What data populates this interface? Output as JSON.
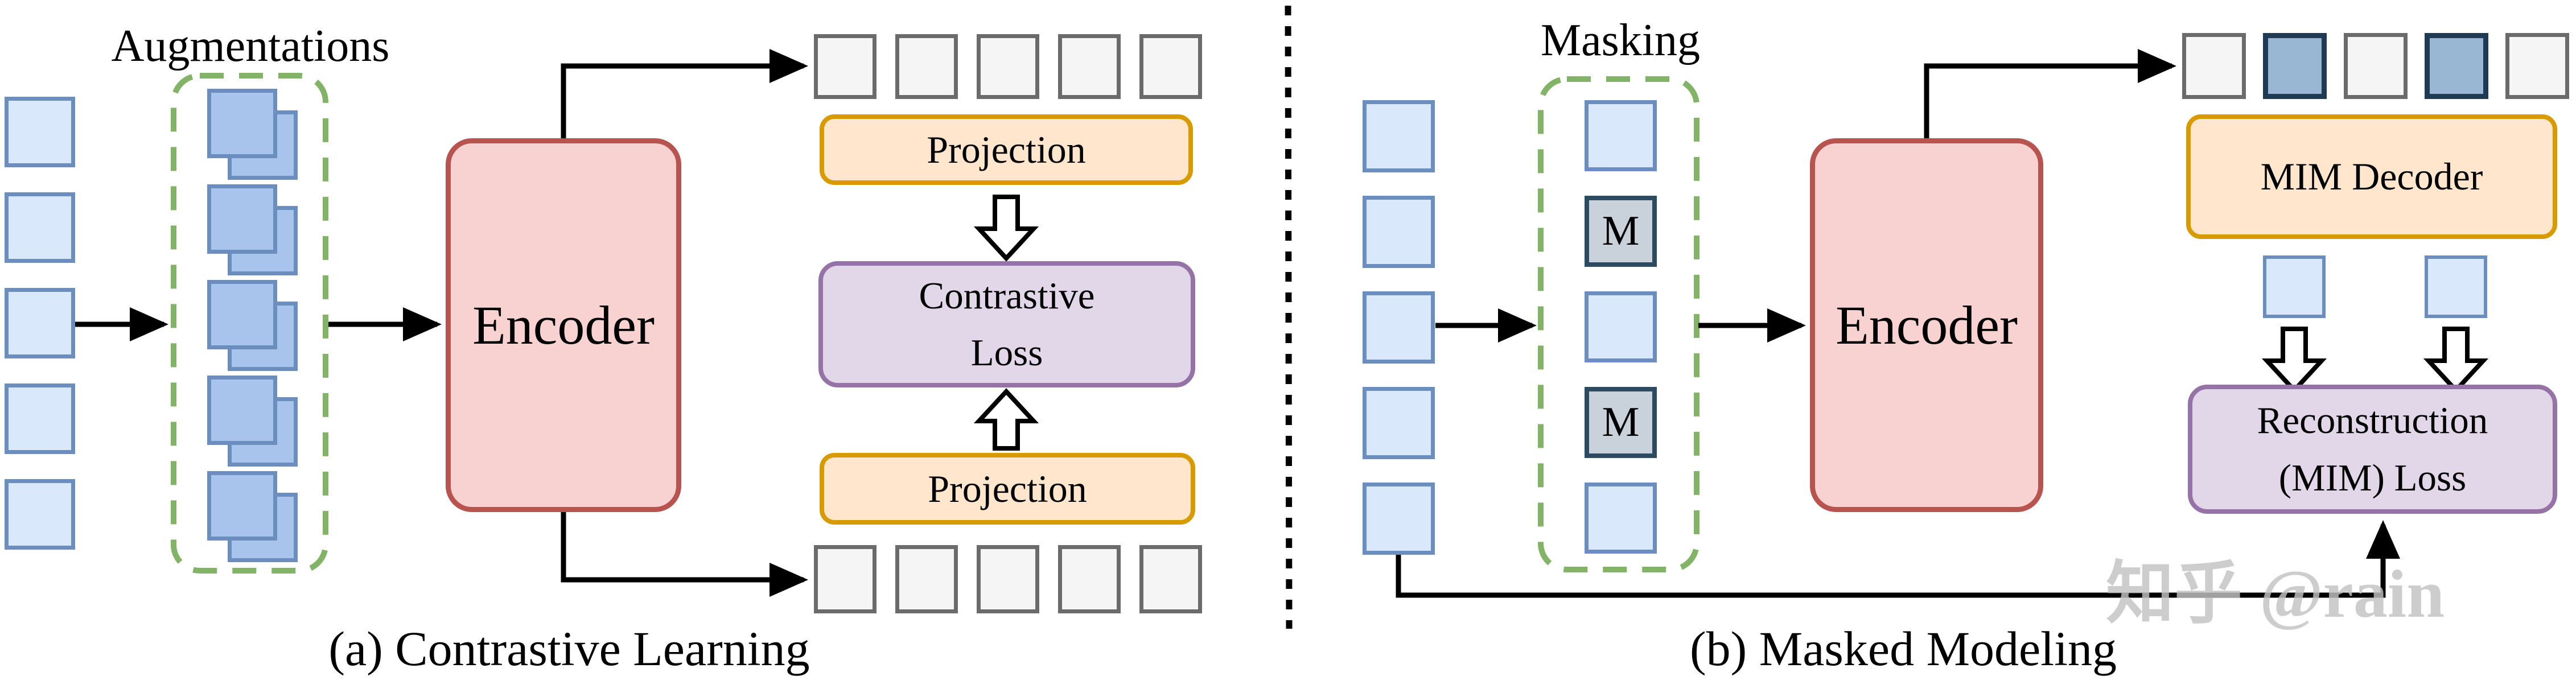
{
  "left_panel": {
    "augmentations_label": "Augmentations",
    "encoder_label": "Encoder",
    "projection_top_label": "Projection",
    "projection_bottom_label": "Projection",
    "loss_line1": "Contrastive",
    "loss_line2": "Loss",
    "caption": "(a) Contrastive Learning",
    "input_patch_count": 5,
    "augmented_stack_count": 5,
    "top_token_count": 5,
    "bottom_token_count": 5
  },
  "right_panel": {
    "masking_label": "Masking",
    "mask_token_label": "M",
    "encoder_label": "Encoder",
    "decoder_label": "MIM Decoder",
    "loss_line1": "Reconstruction",
    "loss_line2": "(MIM) Loss",
    "caption": "(b) Masked Modeling",
    "input_patch_count": 5,
    "masked_sequence": [
      "patch",
      "mask",
      "patch",
      "mask",
      "patch"
    ],
    "output_token_pattern": [
      "gray",
      "masked",
      "gray",
      "masked",
      "gray"
    ],
    "decoder_output_count": 2
  },
  "watermark": "知乎 @rain",
  "colors": {
    "patch_blue_fill": "#dae8fc",
    "patch_blue_border": "#6c8ebf",
    "augmented_blue_fill": "#a8c4ec",
    "augmented_blue_border": "#6c8ebf",
    "token_gray_fill": "#f5f5f5",
    "token_gray_border": "#6b6b6b",
    "token_masked_fill": "#99b6d3",
    "token_masked_border": "#1f3a52",
    "mask_cell_fill": "#c9d2da",
    "mask_cell_border": "#2c4b61",
    "encoder_fill": "#f8d2d0",
    "encoder_border": "#b85450",
    "projection_fill": "#ffe6cc",
    "projection_border": "#d79b00",
    "loss_fill": "#e2d6e9",
    "loss_border": "#9673a6",
    "dashed_green": "#82b366",
    "line_black": "#000000",
    "watermark_gray": "#c3c3c3"
  }
}
